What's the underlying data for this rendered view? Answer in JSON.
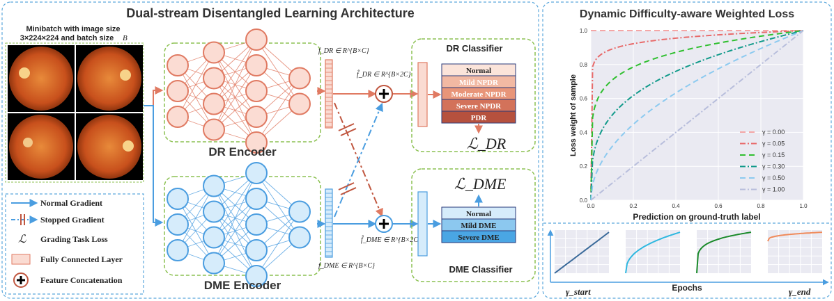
{
  "left_panel": {
    "title": "Dual-stream Disentangled Learning Architecture",
    "minibatch_line1": "Minibatch with image size",
    "minibatch_line2": "3×224×224 and batch size",
    "minibatch_var": "B",
    "dr_encoder": "DR Encoder",
    "dme_encoder": "DME Encoder",
    "dr_classifier": "DR Classifier",
    "dme_classifier": "DME Classifier",
    "f_dr": "f_DR ∈ R^{B×C}",
    "f_dr_hat": "f̂_DR ∈ R^{B×2C}",
    "f_dme": "f_DME ∈ R^{B×C}",
    "f_dme_hat": "f̂_DME ∈ R^{B×2C}",
    "dr_grades": [
      "Normal",
      "Mild NPDR",
      "Moderate NPDR",
      "Severe NPDR",
      "PDR"
    ],
    "dme_grades": [
      "Normal",
      "Mild DME",
      "Severe DME"
    ],
    "loss_dr": "ℒ_DR",
    "loss_dme": "ℒ_DME",
    "legend": {
      "normal_gradient": "Normal Gradient",
      "stopped_gradient": "Stopped Gradient",
      "loss_symbol": "ℒ",
      "grading_task_loss": "Grading Task Loss",
      "fc_layer": "Fully Connected Layer",
      "feature_concat": "Feature Concatenation"
    },
    "colors": {
      "dr": "#e07a62",
      "dme": "#4a9de0",
      "dashed_border": "#8cc152"
    }
  },
  "right_panel": {
    "title": "Dynamic Difficulty-aware Weighted Loss",
    "bottom_xlabel": "Epochs",
    "gamma_start": "γ_start",
    "gamma_end": "γ_end"
  },
  "chart_data": {
    "type": "line",
    "xlabel": "Prediction on ground-truth label",
    "ylabel": "Loss weight of sample",
    "xlim": [
      0,
      1
    ],
    "ylim": [
      0,
      1
    ],
    "xticks": [
      "0.0",
      "0.2",
      "0.4",
      "0.6",
      "0.8",
      "1.0"
    ],
    "yticks": [
      "0.0",
      "0.2",
      "0.4",
      "0.6",
      "0.8",
      "1.0"
    ],
    "grid": true,
    "legend_position": "bottom-right",
    "series": [
      {
        "name": "γ = 0.00",
        "gamma": 0.0,
        "color": "#f4a6a6",
        "dash": "8,5"
      },
      {
        "name": "γ = 0.05",
        "gamma": 0.05,
        "color": "#e86a6a",
        "dash": "8,3,2,3"
      },
      {
        "name": "γ = 0.15",
        "gamma": 0.15,
        "color": "#2fbf2f",
        "dash": "8,5"
      },
      {
        "name": "γ = 0.30",
        "gamma": 0.3,
        "color": "#119a8a",
        "dash": "8,3,2,3"
      },
      {
        "name": "γ = 0.50",
        "gamma": 0.5,
        "color": "#8ccaf0",
        "dash": "8,5"
      },
      {
        "name": "γ = 1.00",
        "gamma": 1.0,
        "color": "#b8bedc",
        "dash": "8,3,2,3"
      }
    ]
  }
}
